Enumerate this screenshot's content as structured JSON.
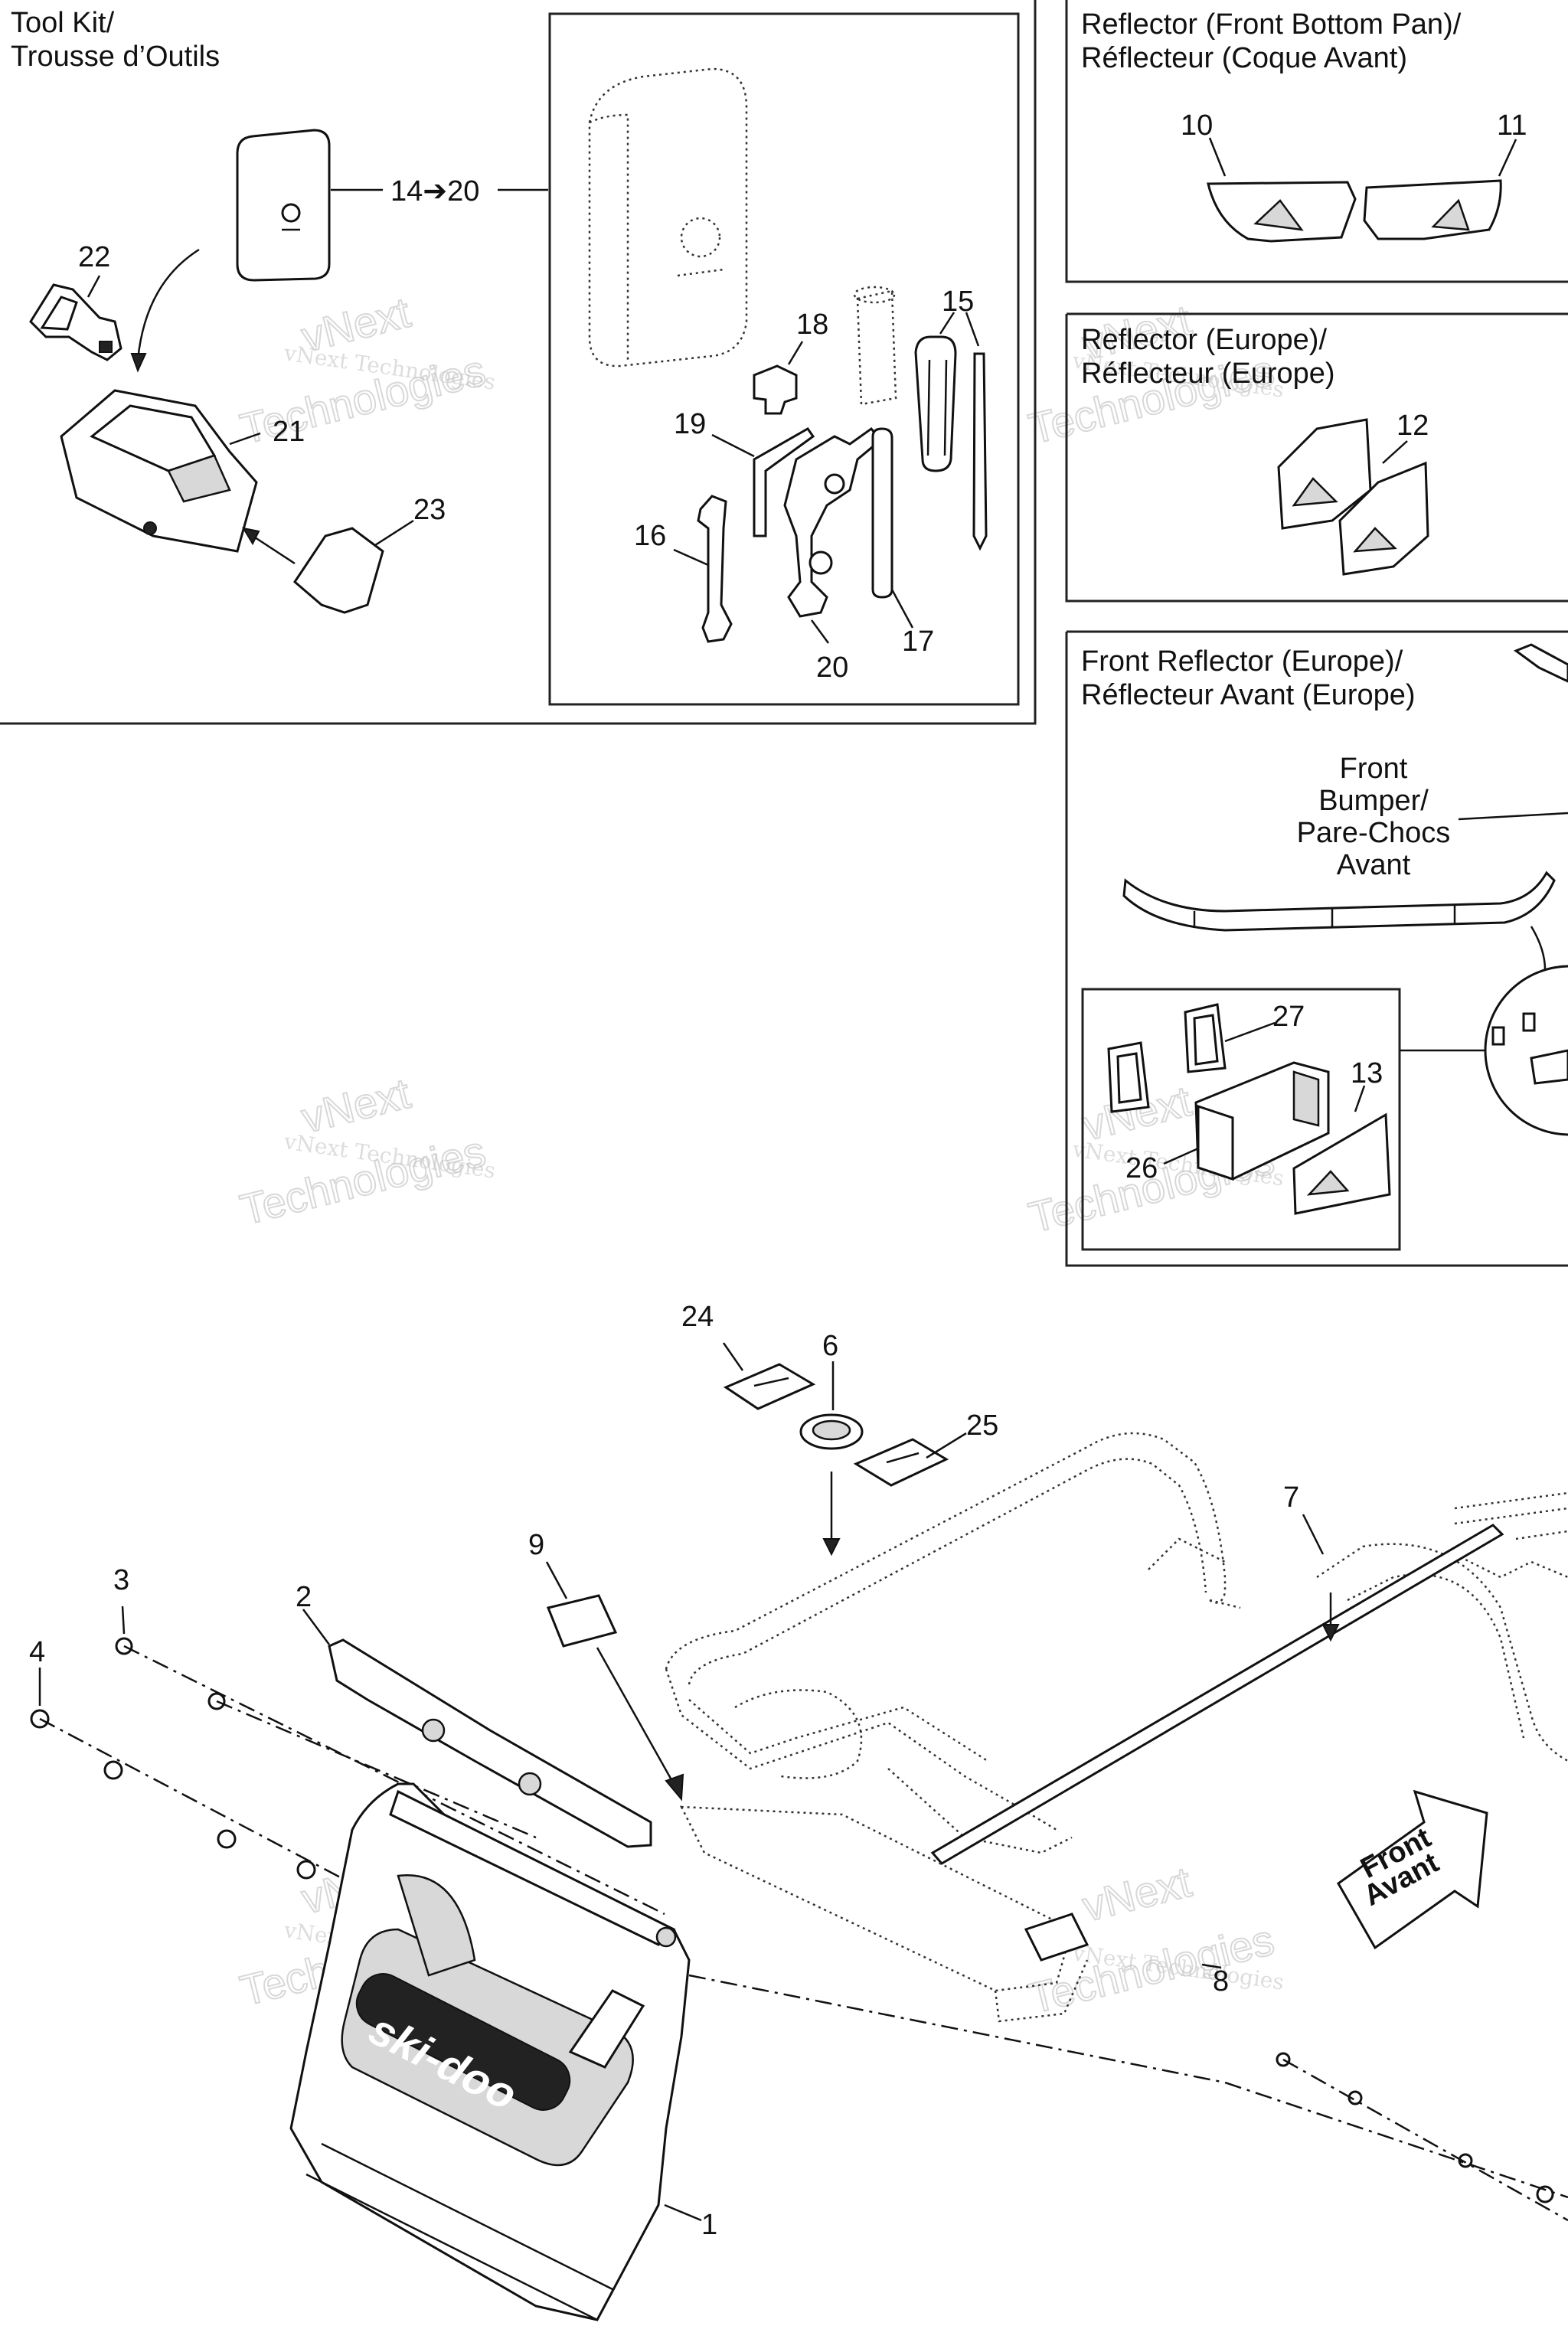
{
  "panels": {
    "tool_kit": {
      "title_line1": "Tool Kit/",
      "title_line2": "Trousse d’Outils"
    },
    "reflector_bottom": {
      "title_line1": "Reflector (Front Bottom Pan)/",
      "title_line2": "Réflecteur (Coque Avant)"
    },
    "reflector_europe": {
      "title_line1": "Reflector (Europe)/",
      "title_line2": "Réflecteur (Europe)"
    },
    "front_reflector_europe": {
      "title_line1": "Front Reflector (Europe)/",
      "title_line2": "Réflecteur Avant (Europe)"
    }
  },
  "labels": {
    "bumper_line1": "Front",
    "bumper_line2": "Bumper/",
    "bumper_line3": "Pare-Chocs",
    "bumper_line4": "Avant",
    "arrow_line1": "Front",
    "arrow_line2": "Avant",
    "brand_logo": "ski-doo"
  },
  "callouts": {
    "c1": "1",
    "c2": "2",
    "c3": "3",
    "c4": "4",
    "c6": "6",
    "c7": "7",
    "c8": "8",
    "c9": "9",
    "c10": "10",
    "c11": "11",
    "c12": "12",
    "c13": "13",
    "c14_20": "14➔20",
    "c15": "15",
    "c16": "16",
    "c17": "17",
    "c18": "18",
    "c19": "19",
    "c20": "20",
    "c21": "21",
    "c22": "22",
    "c23": "23",
    "c24": "24",
    "c25": "25",
    "c26": "26",
    "c27": "27"
  },
  "watermark": {
    "line1": "vNext Technologies",
    "big1": "vNext",
    "big2": "Technologies"
  },
  "colors": {
    "ink": "#111111",
    "paper": "#ffffff",
    "watermark": "#c8c8c8"
  }
}
